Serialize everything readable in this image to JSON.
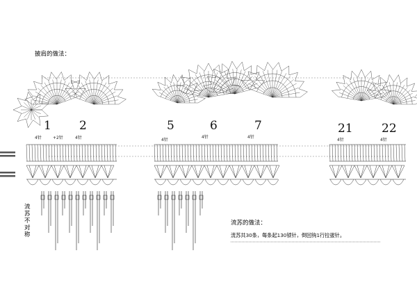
{
  "diagram": {
    "shawl_title": "披肩的做法：",
    "motif_numbers": [
      "1",
      "2",
      "5",
      "6",
      "7",
      "21",
      "22"
    ],
    "chain_labels": [
      "4针",
      "+2针",
      "4针",
      "4针",
      "4针",
      "4针",
      "4针",
      "4针"
    ],
    "side_note": "流苏不对称",
    "fringe_title": "流苏的做法：",
    "fringe_instruction": "流苏共30条，每条起130锁针，倒回钩1行拉拔针。"
  },
  "colors": {
    "ink": "#222222",
    "background": "#ffffff",
    "tab": "#555555"
  }
}
